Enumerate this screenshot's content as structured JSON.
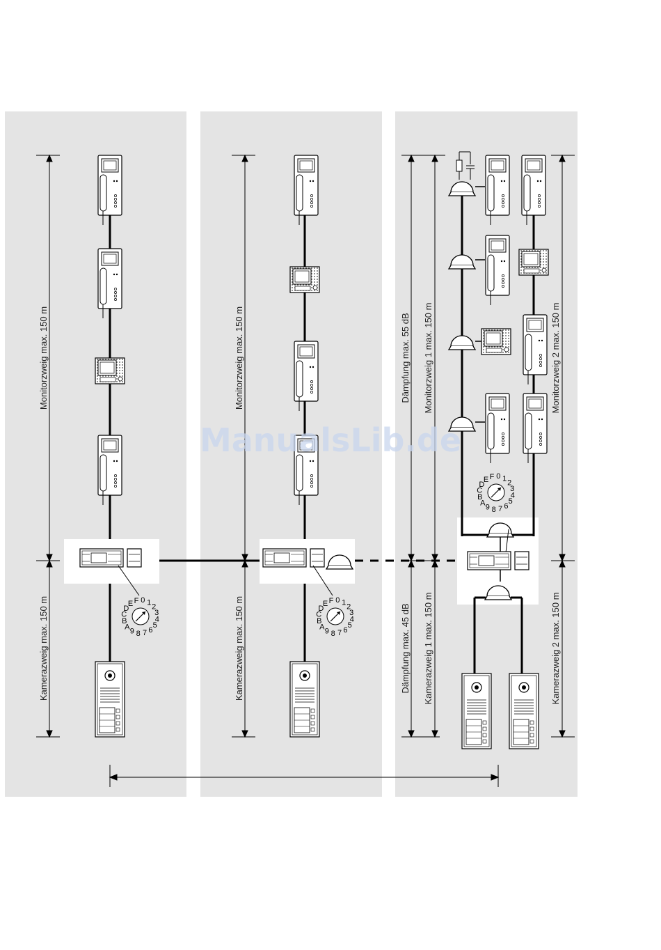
{
  "watermark": "ManualsLib.de",
  "panels": [
    {
      "id": "panel-1",
      "monitor_branch_label": "Monitorzweig max. 150 m",
      "camera_branch_label": "Kamerazweig max. 150 m"
    },
    {
      "id": "panel-2",
      "monitor_branch_label": "Monitorzweig max. 150 m",
      "camera_branch_label": "Kamerazweig max. 150 m"
    },
    {
      "id": "panel-3",
      "monitor_attenuation_label": "Dämpfung max. 55 dB",
      "monitor_branch_1_label": "Monitorzweig 1 max. 150 m",
      "monitor_branch_2_label": "Monitorzweig 2 max. 150 m",
      "camera_attenuation_label": "Dämpfung max. 45 dB",
      "camera_branch_1_label": "Kamerazweig 1 max. 150 m",
      "camera_branch_2_label": "Kamerazweig 2 max. 150 m"
    }
  ],
  "address_switch": {
    "positions": [
      "0",
      "1",
      "2",
      "3",
      "4",
      "5",
      "6",
      "7",
      "8",
      "9",
      "A",
      "B",
      "C",
      "D",
      "E",
      "F"
    ]
  },
  "colors": {
    "panel_bg": "#e4e4e4",
    "line": "#000000"
  }
}
